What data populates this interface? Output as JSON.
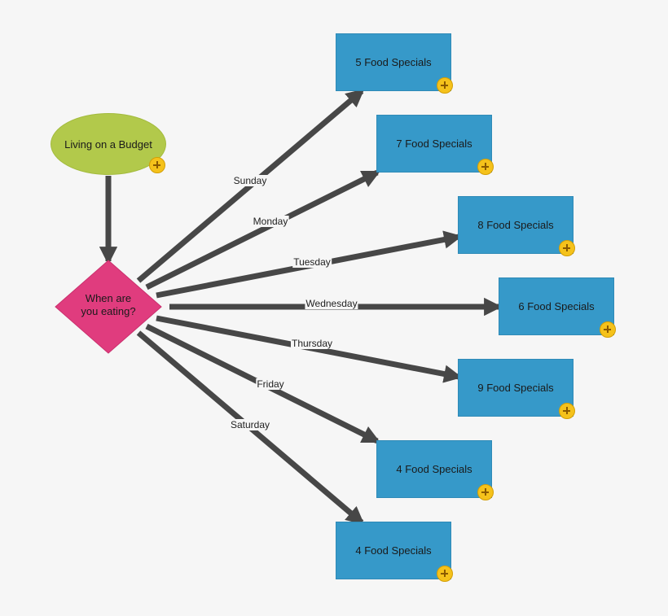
{
  "diagram": {
    "start": {
      "label": "Living on a Budget"
    },
    "decision": {
      "line1": "When are",
      "line2": "you eating?"
    },
    "colors": {
      "ellipse": "#b2c94b",
      "diamond": "#e03c7e",
      "box": "#3699c9",
      "connector": "#474747",
      "add_badge": "#f5c21b"
    },
    "branches": [
      {
        "day": "Sunday",
        "result": "5 Food Specials"
      },
      {
        "day": "Monday",
        "result": "7 Food Specials"
      },
      {
        "day": "Tuesday",
        "result": "8 Food Specials"
      },
      {
        "day": "Wednesday",
        "result": "6 Food Specials"
      },
      {
        "day": "Thursday",
        "result": "9 Food Specials"
      },
      {
        "day": "Friday",
        "result": "4 Food Specials"
      },
      {
        "day": "Saturday",
        "result": "4 Food Specials"
      }
    ]
  }
}
